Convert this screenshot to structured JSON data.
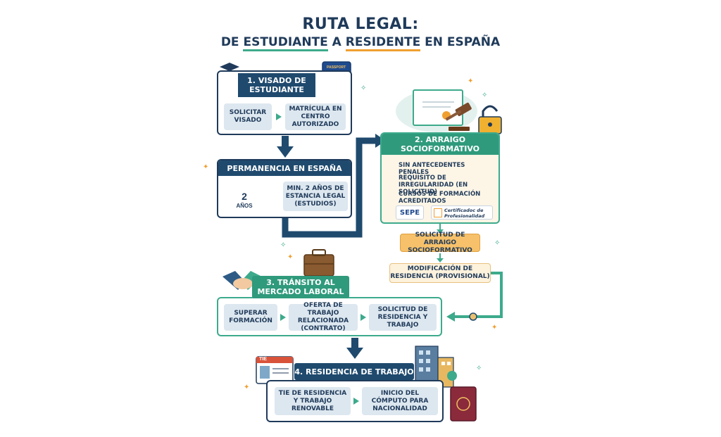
{
  "title": {
    "line1": "RUTA LEGAL:",
    "line2_a": "DE ",
    "line2_b": "ESTUDIANTE",
    "line2_c": " A ",
    "line2_d": "RESIDENTE",
    "line2_e": " EN ESPAÑA"
  },
  "step1": {
    "header": "1. VISADO DE ESTUDIANTE",
    "chip1": "SOLICITAR VISADO",
    "chip2": "MATRÍCULA EN CENTRO AUTORIZADO",
    "passport_label": "PASSPORT"
  },
  "permanencia": {
    "header": "PERMANENCIA EN ESPAÑA",
    "calendar_num": "2",
    "calendar_unit": "AÑOS",
    "chip": "MIN. 2 AÑOS DE ESTANCIA LEGAL (ESTUDIOS)"
  },
  "step2": {
    "header": "2. ARRAIGO SOCIOFORMATIVO",
    "checks": [
      "SIN ANTECEDENTES PENALES",
      "REQUISITO DE IRREGULARIDAD (EN SOLICITUD)",
      "CURSOS DE FORMACIÓN ACREDITADOS"
    ],
    "logo_sepe": "SEPE",
    "logo_cert": "Certificadoc de Profesionalidad",
    "solicitud": "SOLICITUD DE ARRAIGO SOCIOFORMATIVO",
    "modificacion": "MODIFICACIÓN DE RESIDENCIA (PROVISIONAL)"
  },
  "step3": {
    "header": "3. TRÁNSITO AL MERCADO LABORAL",
    "chip1": "SUPERAR FORMACIÓN",
    "chip2": "OFERTA DE TRABAJO RELACIONADA (CONTRATO)",
    "chip3": "SOLICITUD DE RESIDENCIA Y TRABAJO"
  },
  "step4": {
    "header": "4. RESIDENCIA DE TRABAJO",
    "tie_label": "TIE",
    "chip1": "TIE DE RESIDENCIA Y TRABAJO RENOVABLE",
    "chip2": "INICIO DEL CÓMPUTO PARA NACIONALIDAD"
  },
  "colors": {
    "navy": "#1f4a6e",
    "green": "#2f9a7c",
    "orange": "#f0a030",
    "chip": "#dde7ef"
  }
}
